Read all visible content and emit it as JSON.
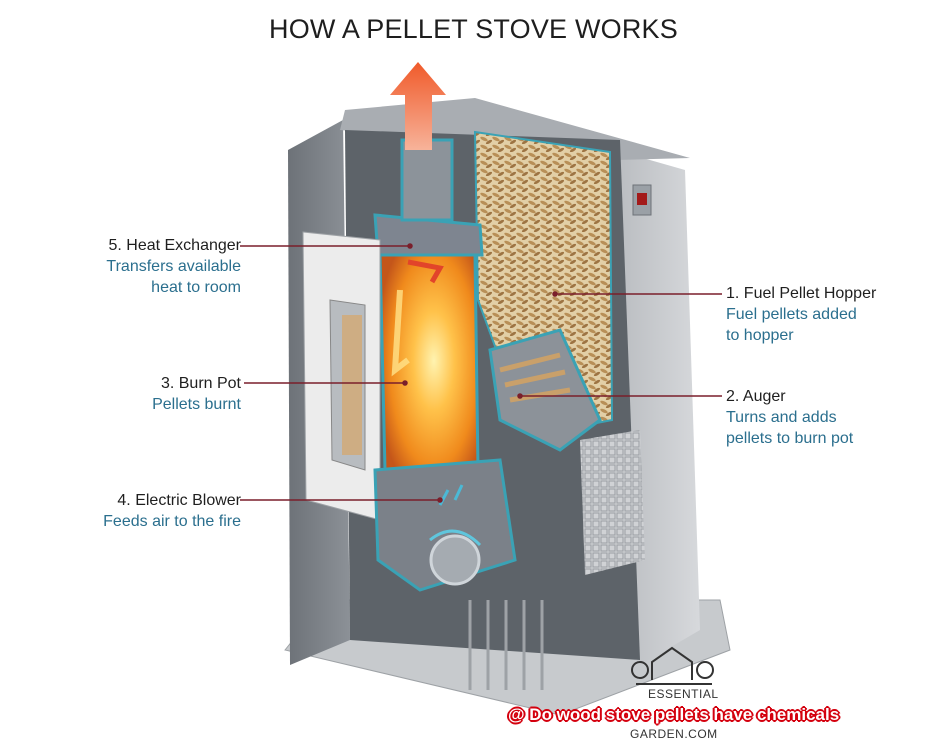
{
  "title": "HOW A PELLET STOVE WORKS",
  "labels": {
    "heat_exchanger": {
      "title": "5. Heat Exchanger",
      "desc1": "Transfers available",
      "desc2": "heat to room"
    },
    "burn_pot": {
      "title": "3. Burn Pot",
      "desc1": "Pellets burnt"
    },
    "electric_blower": {
      "title": "4. Electric Blower",
      "desc1": "Feeds air to the fire"
    },
    "fuel_hopper": {
      "title": "1. Fuel Pellet Hopper",
      "desc1": "Fuel pellets added",
      "desc2": "to hopper"
    },
    "auger": {
      "title": "2. Auger",
      "desc1": "Turns and adds",
      "desc2": "pellets to burn pot"
    }
  },
  "caption": "@ Do wood stove pellets have chemicals",
  "logo": {
    "line1": "ESSENTIAL",
    "line2": "GARDEN.COM"
  },
  "colors": {
    "leader": "#7a1f2b",
    "desc": "#2b6f8e",
    "caption_outline": "#d4000f"
  }
}
